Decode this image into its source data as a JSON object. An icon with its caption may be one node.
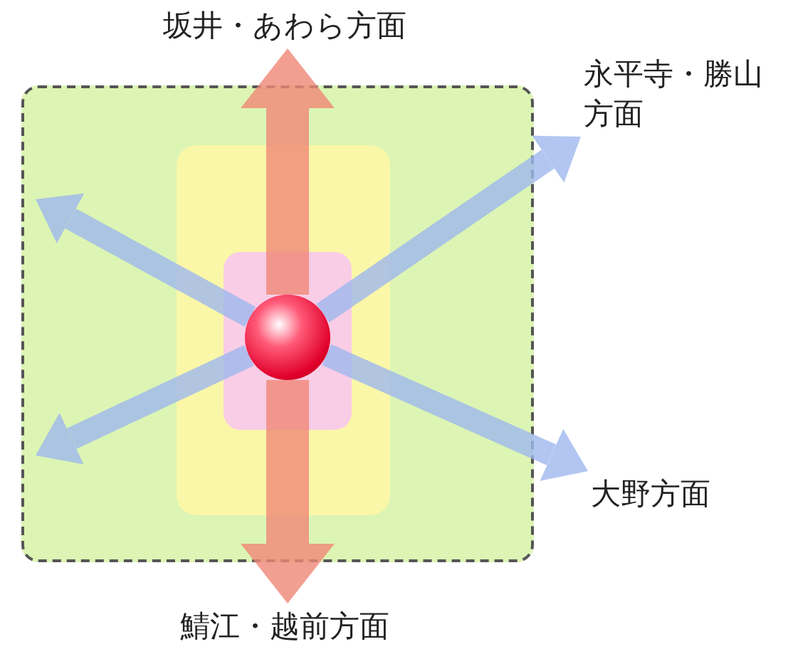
{
  "diagram": {
    "nodes": [
      {
        "text": [
          "坂井・あわら方面"
        ]
      },
      {
        "text": [],
        "shape": "box"
      },
      {
        "text": [],
        "shape": "box",
        "in": 1
      },
      {
        "text": [],
        "shape": "box",
        "in": 2
      },
      {
        "text": [],
        "shape": "circle",
        "in": 3
      },
      {
        "text": [
          "永平寺・勝山方面"
        ]
      },
      {
        "text": [
          "大野方面"
        ]
      },
      {
        "text": [
          "鯖江・越前方面"
        ]
      }
    ],
    "edges": [
      {
        "from": 4,
        "to": 0,
        "arrow": "to",
        "style": "thick",
        "color": "#f08878"
      },
      {
        "from": 4,
        "to": 5,
        "arrow": "to"
      },
      {
        "from": 4,
        "to": 6,
        "arrow": "to"
      },
      {
        "from": 4,
        "to": 7,
        "arrow": "to",
        "style": "thick",
        "color": "#f08878"
      },
      {
        "from": 4,
        "to": null,
        "arrow": "to"
      },
      {
        "from": 4,
        "to": null,
        "arrow": "to"
      }
    ]
  }
}
